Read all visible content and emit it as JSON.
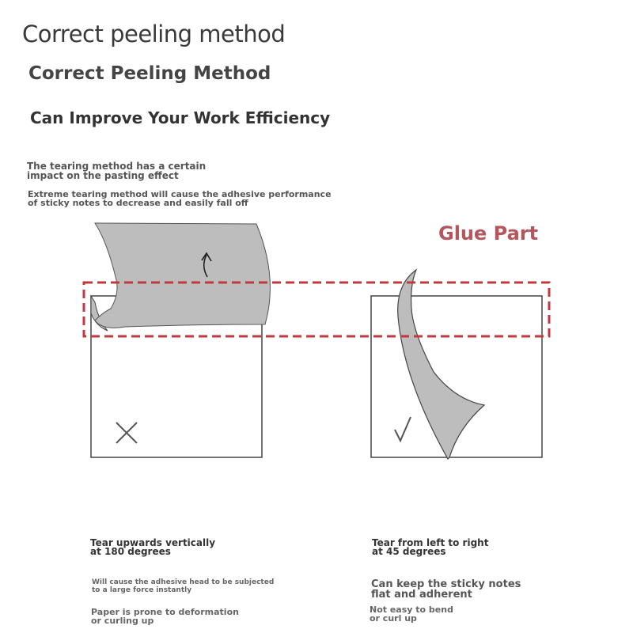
{
  "header": {
    "title": "Correct peeling method",
    "heading": "Correct Peeling Method",
    "subheading": "Can Improve Your Work Efficiency"
  },
  "notes": {
    "note1": [
      "The tearing method has a certain",
      " impact on the pasting effect"
    ],
    "note2": [
      "Extreme tearing method will cause the adhesive performance",
      " of sticky notes to decrease and easily fall off"
    ]
  },
  "diagram": {
    "glue_label": "Glue Part",
    "wrong_mark": "×",
    "right_mark": "√",
    "colors": {
      "dash": "#c0393f",
      "glue_text": "#b5555c",
      "paper": "#bdbdbd"
    }
  },
  "left_caption": {
    "title": [
      "Tear upwards vertically",
      " at 180 degrees"
    ],
    "detail": [
      "Will cause the adhesive head to be subjected",
      " to a large force instantly"
    ],
    "result": [
      "Paper is prone to deformation",
      " or curling up"
    ]
  },
  "right_caption": {
    "title": [
      "Tear from left to right",
      " at 45 degrees"
    ],
    "detail": [
      "Can keep the sticky notes",
      " flat and adherent"
    ],
    "result": [
      "Not easy to bend",
      " or curl up"
    ]
  }
}
